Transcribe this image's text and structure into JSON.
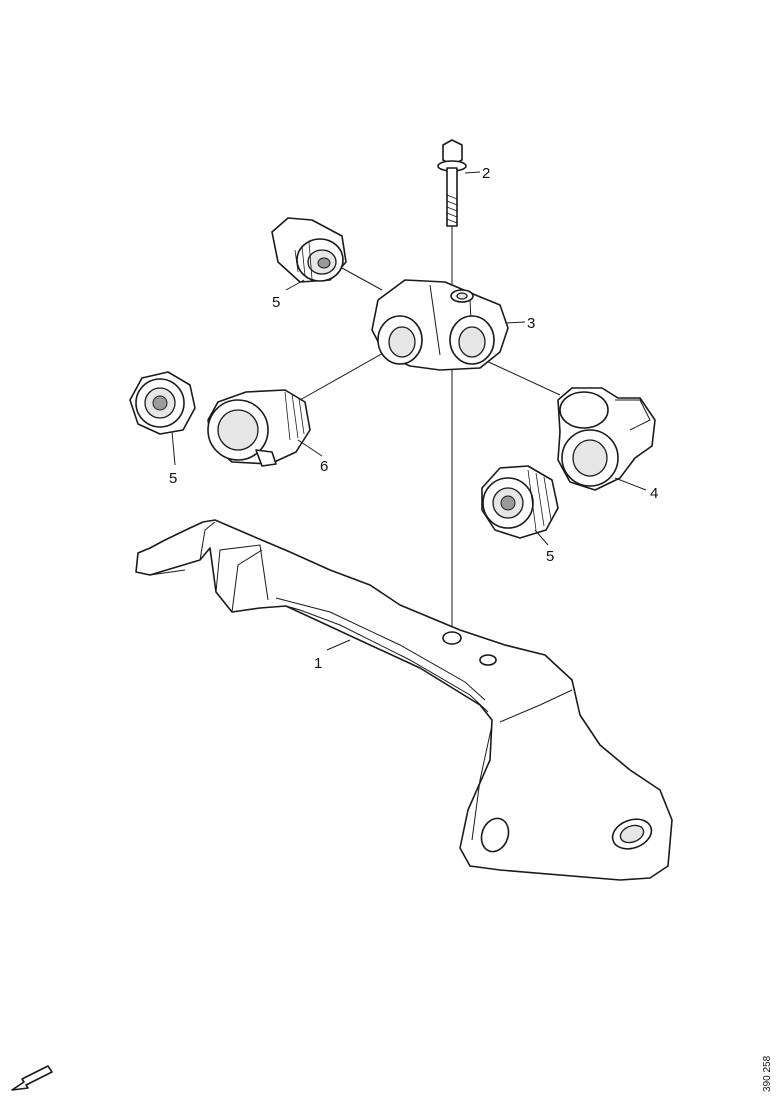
{
  "callouts": {
    "bracket": "1",
    "bolt": "2",
    "block": "3",
    "elbow_right": "4",
    "plug_top": "5",
    "plug_left": "5",
    "plug_bottom": "5",
    "elbow_left": "6"
  },
  "drawing_ref": "390 258",
  "icons": {
    "direction_arrow": "arrow-down-left-icon"
  }
}
